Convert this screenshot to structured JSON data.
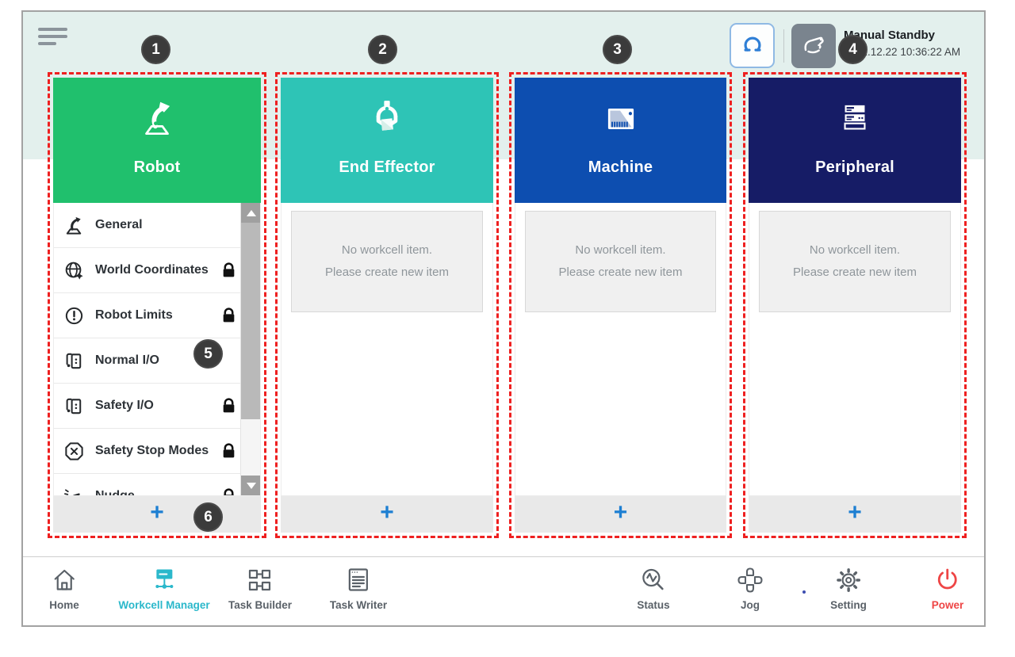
{
  "header": {
    "menu_icon": "hamburger-icon",
    "robot_mode_icon": "cobot-gripper-icon",
    "hand_guide_icon": "hand-guide-icon",
    "status_mode": "Manual Standby",
    "status_datetime": "2022.12.22 10:36:22 AM"
  },
  "callouts": [
    "1",
    "2",
    "3",
    "4",
    "5",
    "6"
  ],
  "columns": {
    "robot": {
      "title": "Robot",
      "color": "#20c06d",
      "icon": "robot-arm-icon",
      "add_label": "+",
      "items": [
        {
          "label": "General",
          "icon": "robot-arm-icon",
          "locked": false
        },
        {
          "label": "World Coordinates",
          "icon": "world-coordinates-icon",
          "locked": true
        },
        {
          "label": "Robot Limits",
          "icon": "robot-limits-icon",
          "locked": true
        },
        {
          "label": "Normal I/O",
          "icon": "io-connector-icon",
          "locked": false
        },
        {
          "label": "Safety I/O",
          "icon": "io-connector-icon",
          "locked": true
        },
        {
          "label": "Safety Stop Modes",
          "icon": "stop-modes-icon",
          "locked": true
        },
        {
          "label": "Nudge",
          "icon": "nudge-hand-icon",
          "locked": true
        }
      ]
    },
    "end_effector": {
      "title": "End Effector",
      "color": "#2ec4b6",
      "icon": "gripper-icon",
      "add_label": "+",
      "empty": [
        "No workcell item.",
        "Please create new item"
      ]
    },
    "machine": {
      "title": "Machine",
      "color": "#0d4eb0",
      "icon": "machine-icon",
      "add_label": "+",
      "empty": [
        "No workcell item.",
        "Please create new item"
      ]
    },
    "peripheral": {
      "title": "Peripheral",
      "color": "#161c66",
      "icon": "peripheral-icon",
      "add_label": "+",
      "empty": [
        "No workcell item.",
        "Please create new item"
      ]
    }
  },
  "footer": {
    "active_color": "#2bb8cb",
    "power_color": "#ee4545",
    "items": [
      {
        "label": "Home",
        "icon": "home-icon"
      },
      {
        "label": "Workcell Manager",
        "icon": "workcell-manager-icon",
        "active": true
      },
      {
        "label": "Task Builder",
        "icon": "task-builder-icon"
      },
      {
        "label": "Task Writer",
        "icon": "task-writer-icon"
      },
      {
        "label": "Status",
        "icon": "status-icon"
      },
      {
        "label": "Jog",
        "icon": "jog-icon"
      },
      {
        "label": "Setting",
        "icon": "setting-icon"
      },
      {
        "label": "Power",
        "icon": "power-icon"
      }
    ]
  }
}
